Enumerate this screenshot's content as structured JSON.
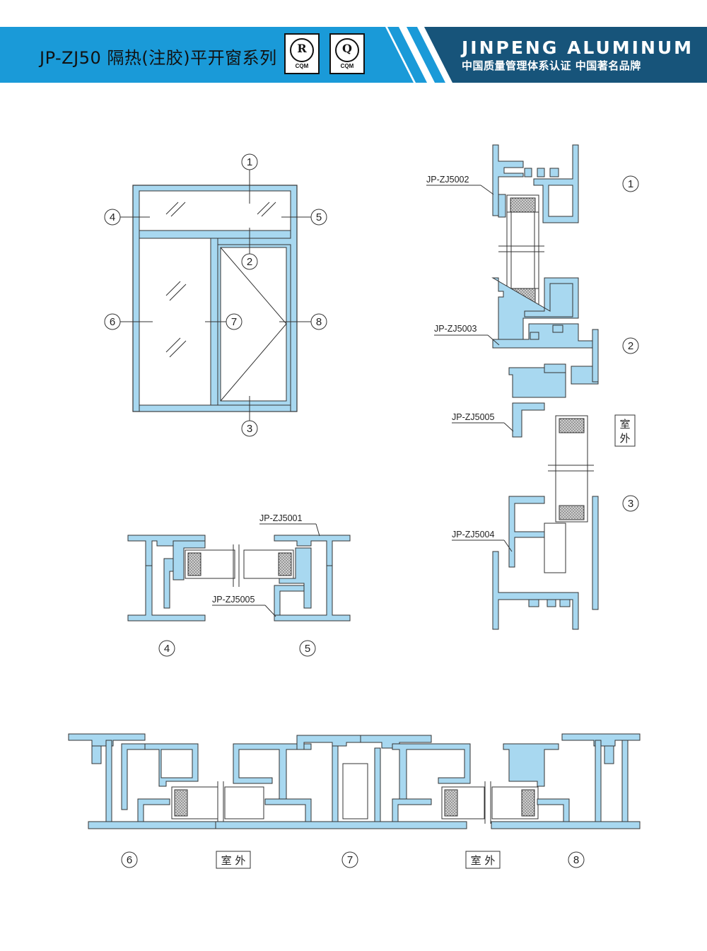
{
  "header": {
    "title": "JP-ZJ50 隔热(注胶)平开窗系列",
    "cert_r": {
      "letter": "R",
      "sub": "CQM"
    },
    "cert_q": {
      "letter": "Q",
      "sub": "CQM"
    },
    "brand": "JINPENG ALUMINUM",
    "slogan": "中国质量管理体系认证  中国著名品牌",
    "colors": {
      "bar_blue": "#1a9ad8",
      "bar_dark": "#17547a",
      "stripe": "#ffffff"
    }
  },
  "elevation": {
    "callouts": [
      "1",
      "2",
      "3",
      "4",
      "5",
      "6",
      "7",
      "8"
    ],
    "frame_color": "#a8d8f0"
  },
  "profile_labels": {
    "zj5001": "JP-ZJ5001",
    "zj5002": "JP-ZJ5002",
    "zj5003": "JP-ZJ5003",
    "zj5004": "JP-ZJ5004",
    "zj5005_mid": "JP-ZJ5005",
    "zj5005_right": "JP-ZJ5005"
  },
  "section_numbers": {
    "s1": "1",
    "s2": "2",
    "s3": "3",
    "s4": "4",
    "s5": "5",
    "s6": "6",
    "s7": "7",
    "s8": "8"
  },
  "outdoor": {
    "right": {
      "line1": "室",
      "line2": "外"
    },
    "bottom_left": "室 外",
    "bottom_right": "室 外"
  }
}
